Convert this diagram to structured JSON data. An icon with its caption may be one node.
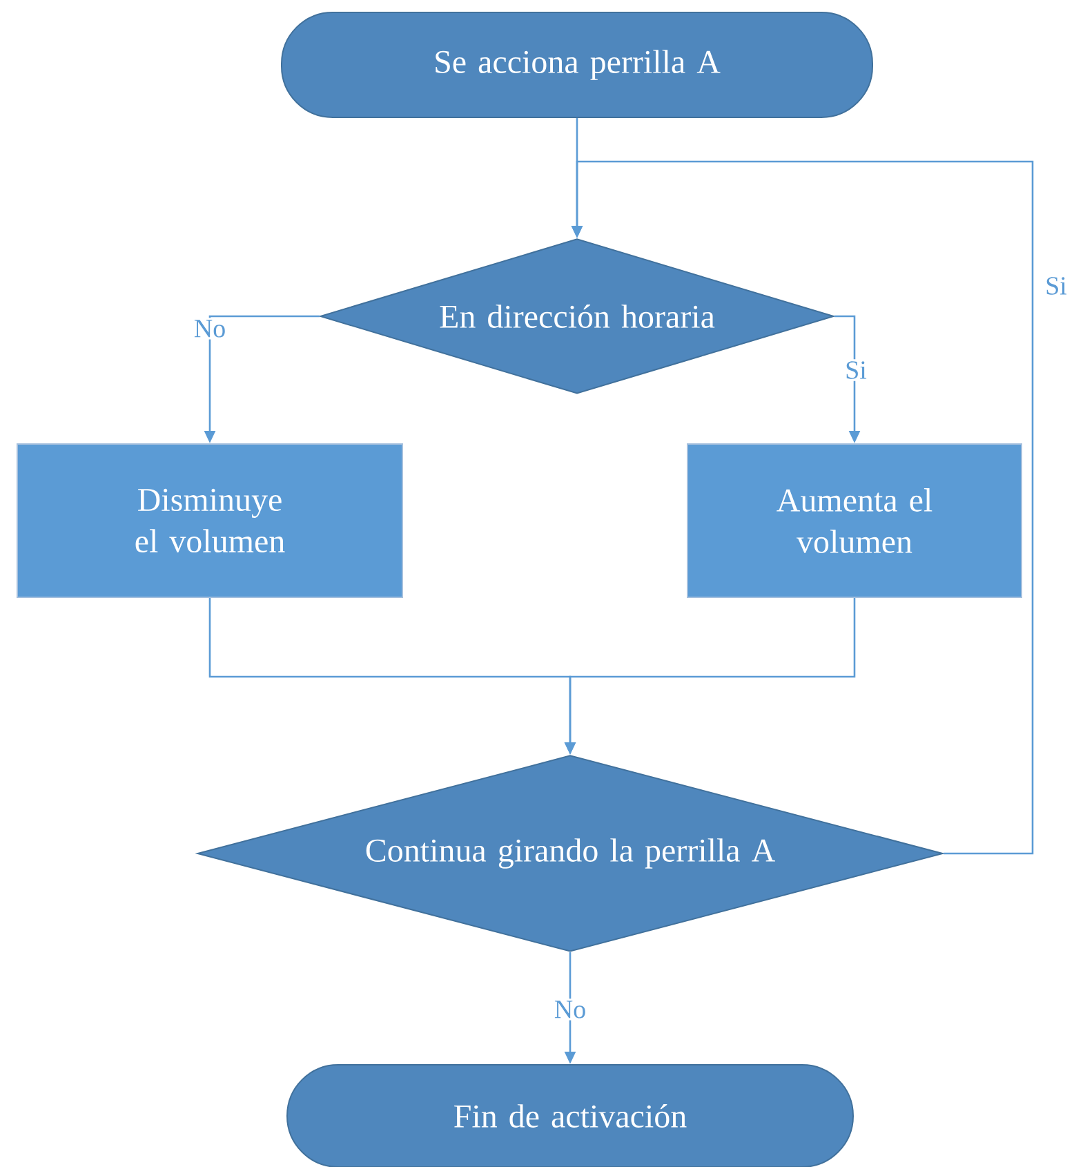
{
  "diagram": {
    "nodes": [
      {
        "text": [
          "Se acciona perrilla A"
        ]
      },
      {
        "text": [
          "En dirección horaria"
        ]
      },
      {
        "text": [
          "Disminuye el volumen"
        ]
      },
      {
        "text": [
          "Aumenta el volumen"
        ]
      },
      {
        "text": [
          "Continua girando la perrilla A"
        ]
      },
      {
        "text": [
          "Fin de activación"
        ]
      }
    ],
    "edges": [
      {
        "from": 0,
        "to": 1,
        "arrow": "to"
      },
      {
        "from": 1,
        "to": 2,
        "arrow": "to",
        "label": "No"
      },
      {
        "from": 1,
        "to": 3,
        "arrow": "to",
        "label": "Si"
      },
      {
        "from": 2,
        "to": 4,
        "arrow": "to"
      },
      {
        "from": 3,
        "to": 4,
        "arrow": "to"
      },
      {
        "from": 4,
        "to": 1,
        "arrow": "to",
        "label": "Si"
      },
      {
        "from": 4,
        "to": 5,
        "arrow": "to",
        "label": "No"
      }
    ]
  }
}
